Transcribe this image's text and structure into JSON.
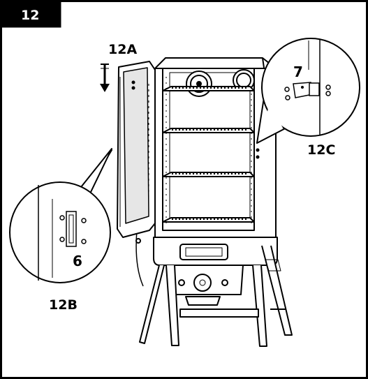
{
  "step": {
    "number": "12"
  },
  "callouts": {
    "door_label": "12A",
    "hinge_top_label": "12C",
    "hinge_bottom_label": "12B",
    "part_top": "7",
    "part_bottom": "6"
  },
  "colors": {
    "line": "#000000",
    "panel": "#ffffff",
    "badge": "#000000",
    "glass": "#e6e6e6"
  },
  "icons": [
    "down-arrow-icon",
    "screw-icon",
    "hinge-icon"
  ]
}
